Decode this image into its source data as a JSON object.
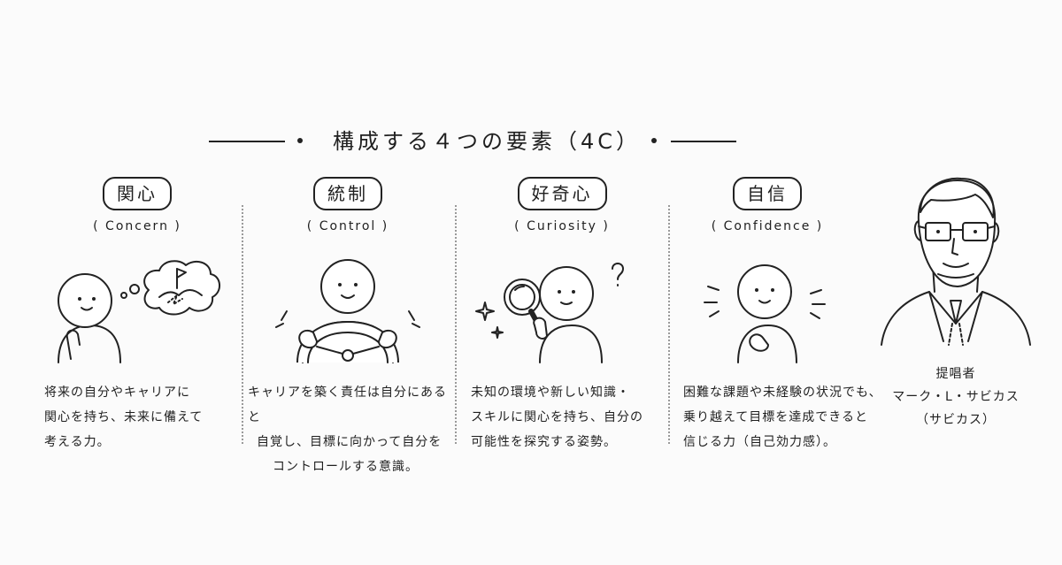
{
  "title": "構成する４つの要素（4C）",
  "elements": [
    {
      "label": "関心",
      "english": "( Concern )",
      "desc_lines": [
        "将来の自分やキャリアに",
        "関心を持ち、未来に備えて",
        "考える力。"
      ]
    },
    {
      "label": "統制",
      "english": "( Control )",
      "desc_lines": [
        "キャリアを築く責任は自分にあると",
        "自覚し、目標に向かって自分を",
        "コントロールする意識。"
      ]
    },
    {
      "label": "好奇心",
      "english": "( Curiosity )",
      "desc_lines": [
        "未知の環境や新しい知識・",
        "スキルに関心を持ち、自分の",
        "可能性を探究する姿勢。"
      ]
    },
    {
      "label": "自信",
      "english": "( Confidence )",
      "desc_lines": [
        "困難な課題や未経験の状況でも、",
        "乗り越えて目標を達成できると",
        "信じる力（自己効力感）。"
      ]
    }
  ],
  "proponent": {
    "role": "提唱者",
    "name": "マーク・L・サビカス",
    "reading": "（サビカス）"
  },
  "icons": [
    "thought-bubble-flag-icon",
    "steering-wheel-icon",
    "magnifying-glass-icon",
    "question-mark-icon",
    "sparkle-icon",
    "confidence-lines-icon",
    "man-portrait-icon"
  ]
}
